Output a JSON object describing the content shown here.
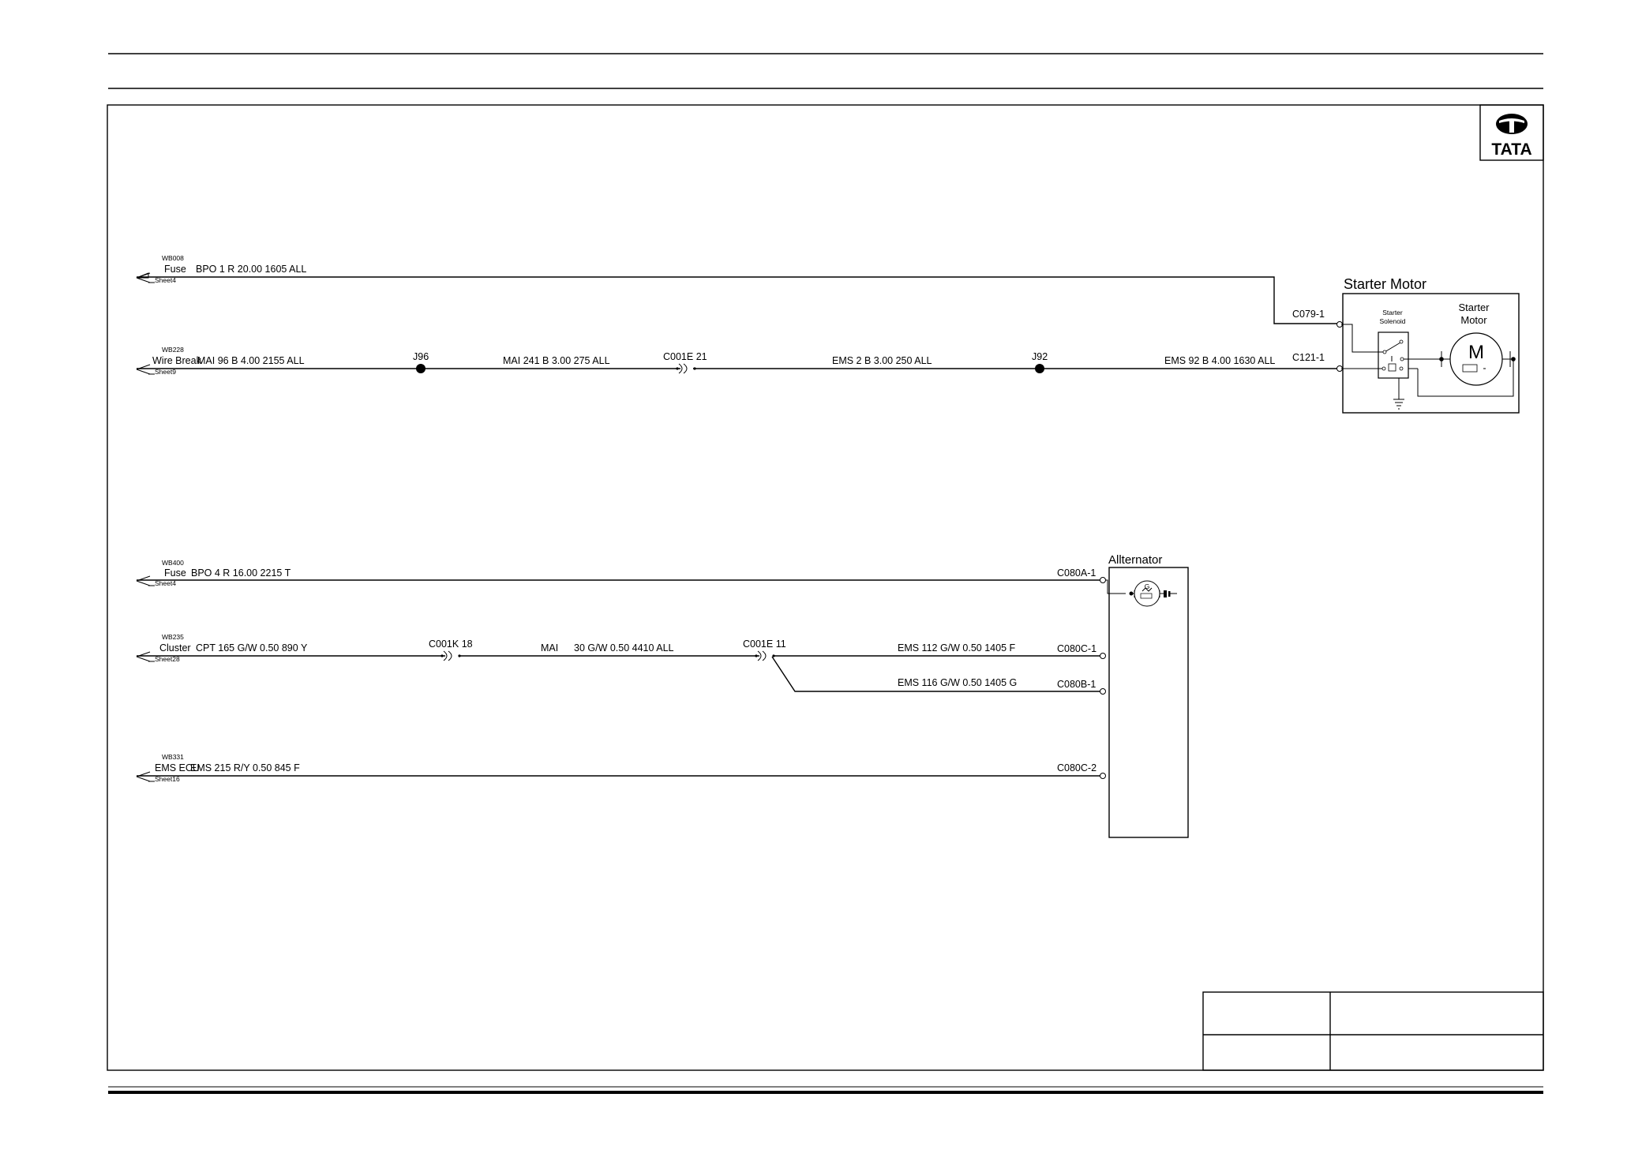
{
  "logo": {
    "text": "TATA"
  },
  "wires": {
    "w1": {
      "origin": "WB008",
      "dest": "Fuse",
      "sheet": "Sheet4",
      "label": "BPO  1  R  20.00  1605  ALL"
    },
    "w2": {
      "origin": "WB228",
      "dest": "Wire Break",
      "sheet": "Sheet9",
      "seg1": "MAI   96  B  4.00  2155  ALL",
      "seg2": "MAI  241  B  3.00  275  ALL",
      "seg3": "EMS  2  B  3.00  250  ALL",
      "seg4": "EMS   92  B  4.00  1630  ALL"
    },
    "w3": {
      "origin": "WB400",
      "dest": "Fuse",
      "sheet": "Sheet4",
      "label": "BPO   4  R  16.00  2215  T"
    },
    "w4": {
      "origin": "WB235",
      "dest": "Cluster",
      "sheet": "Sheet28",
      "seg1": "CPT  165  G/W  0.50  890  Y",
      "seg2a": "MAI",
      "seg2b": "30  G/W  0.50  4410  ALL",
      "seg3": "EMS   112  G/W  0.50  1405  F",
      "seg4": "EMS   116  G/W  0.50  1405  G"
    },
    "w5": {
      "origin": "WB331",
      "dest": "EMS ECU",
      "sheet": "Sheet16",
      "label": "EMS   215  R/Y  0.50  845  F"
    }
  },
  "junctions": {
    "j96": "J96",
    "j92": "J92"
  },
  "connectors": {
    "c001e21": "C001E  21",
    "c001k18": "C001K  18",
    "c001e11": "C001E  11",
    "c079": "C079-1",
    "c121": "C121-1",
    "c080a1": "C080A-1",
    "c080c1": "C080C-1",
    "c080b1": "C080B-1",
    "c080c2": "C080C-2"
  },
  "components": {
    "starter_motor": {
      "title": "Starter  Motor",
      "solenoid_line1": "Starter",
      "solenoid_line2": "Solenoid",
      "motor_line1": "Starter",
      "motor_line2": "Motor",
      "motor_symbol": "M"
    },
    "alternator": {
      "title": "Allternator",
      "symbol": "G"
    }
  }
}
